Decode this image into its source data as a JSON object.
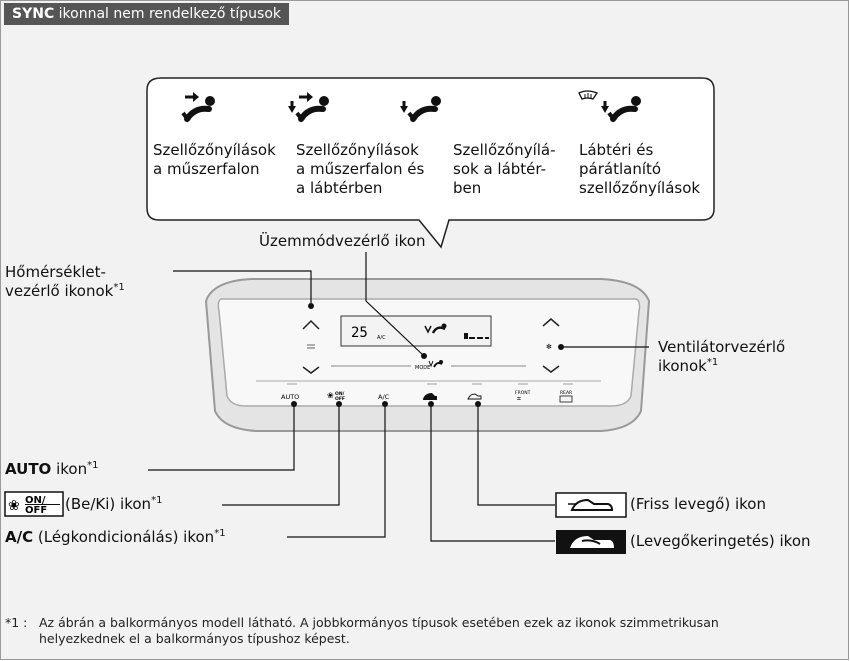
{
  "header": {
    "bold": "SYNC",
    "rest": " ikonnal nem rendelkező típusok"
  },
  "modes": [
    {
      "line1": "Szellőzőnyílások",
      "line2": "a műszerfalon"
    },
    {
      "line1": "Szellőzőnyílások",
      "line2": "a műszerfalon és",
      "line3": "a lábtérben"
    },
    {
      "line1": "Szellőzőnyílá-",
      "line2": "sok a lábtér-",
      "line3": "ben"
    },
    {
      "line1": "Lábtéri és",
      "line2": "párátlanító",
      "line3": "szellőzőnyílások"
    }
  ],
  "labels": {
    "mode_control": "Üzemmódvezérlő ikon",
    "temp_line1": "Hőmérséklet-",
    "temp_line2": "vezérlő ikonok",
    "fan_line1": "Ventilátorvezérlő",
    "fan_line2": "ikonok",
    "note_mark": "*1",
    "auto_bold": "AUTO",
    "auto_rest": " ikon",
    "onoff_rest": "(Be/Ki) ikon",
    "ac_bold": "A/C",
    "ac_rest": " (Légkondicionálás) ikon",
    "fresh_air": "(Friss levegő) ikon",
    "recirc": "(Levegőkeringetés) ikon"
  },
  "onoff": {
    "on": "ON/",
    "off": "OFF"
  },
  "panel": {
    "lcd_temp": "25",
    "lcd_ac": "A/C",
    "mode": "MODE",
    "auto": "AUTO",
    "ac": "A/C",
    "front": "FRONT",
    "rear": "REAR"
  },
  "footnote": {
    "mark": "*1 :",
    "line1": "Az ábrán a balkormányos modell látható. A jobbkormányos típusok esetében ezek az ikonok szimmetrikusan",
    "line2": "helyezkednek el a balkormányos típushoz képest."
  },
  "colors": {
    "header_bg": "#555555",
    "background": "#f2f2f2"
  }
}
